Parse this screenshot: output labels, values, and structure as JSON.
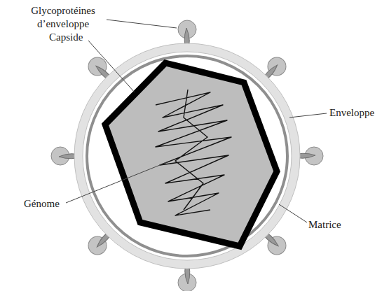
{
  "diagram": {
    "labels": [
      "Glycoprotéines d’enveloppe",
      "Capside",
      "Enveloppe",
      "Génome",
      "Matrice"
    ]
  }
}
